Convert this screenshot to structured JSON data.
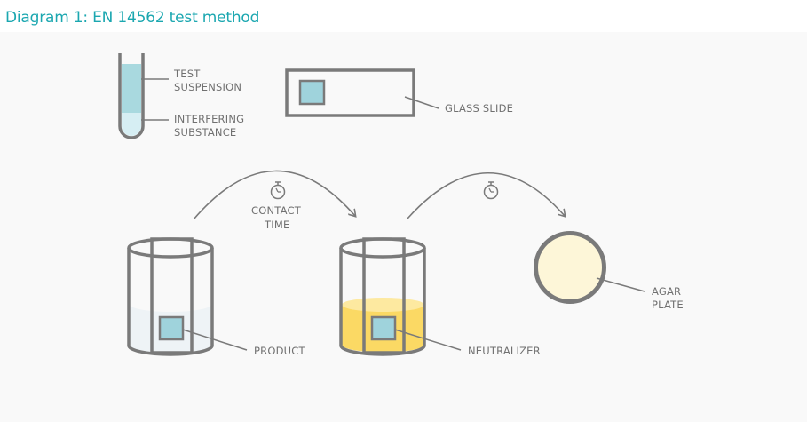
{
  "title": "Diagram 1: EN 14562 test method",
  "labels": {
    "test_suspension": [
      "TEST",
      "SUSPENSION"
    ],
    "interfering_substance": [
      "INTERFERING",
      "SUBSTANCE"
    ],
    "glass_slide": "GLASS SLIDE",
    "contact_time": [
      "CONTACT",
      "TIME"
    ],
    "product": "PRODUCT",
    "neutralizer": "NEUTRALIZER",
    "agar_plate": [
      "AGAR",
      "PLATE"
    ]
  },
  "icons": {
    "timer_1": "stopwatch-icon",
    "timer_2": "stopwatch-icon"
  },
  "colors": {
    "title": "#1ba7b0",
    "test_suspension": "#a9d9df",
    "interfering_substance": "#d6eef3",
    "sample_square": "#9fd3dc",
    "neutralizer": "#fbd964",
    "agar": "#fdf6d8",
    "outline": "#7a7a7a",
    "text": "#707070"
  }
}
